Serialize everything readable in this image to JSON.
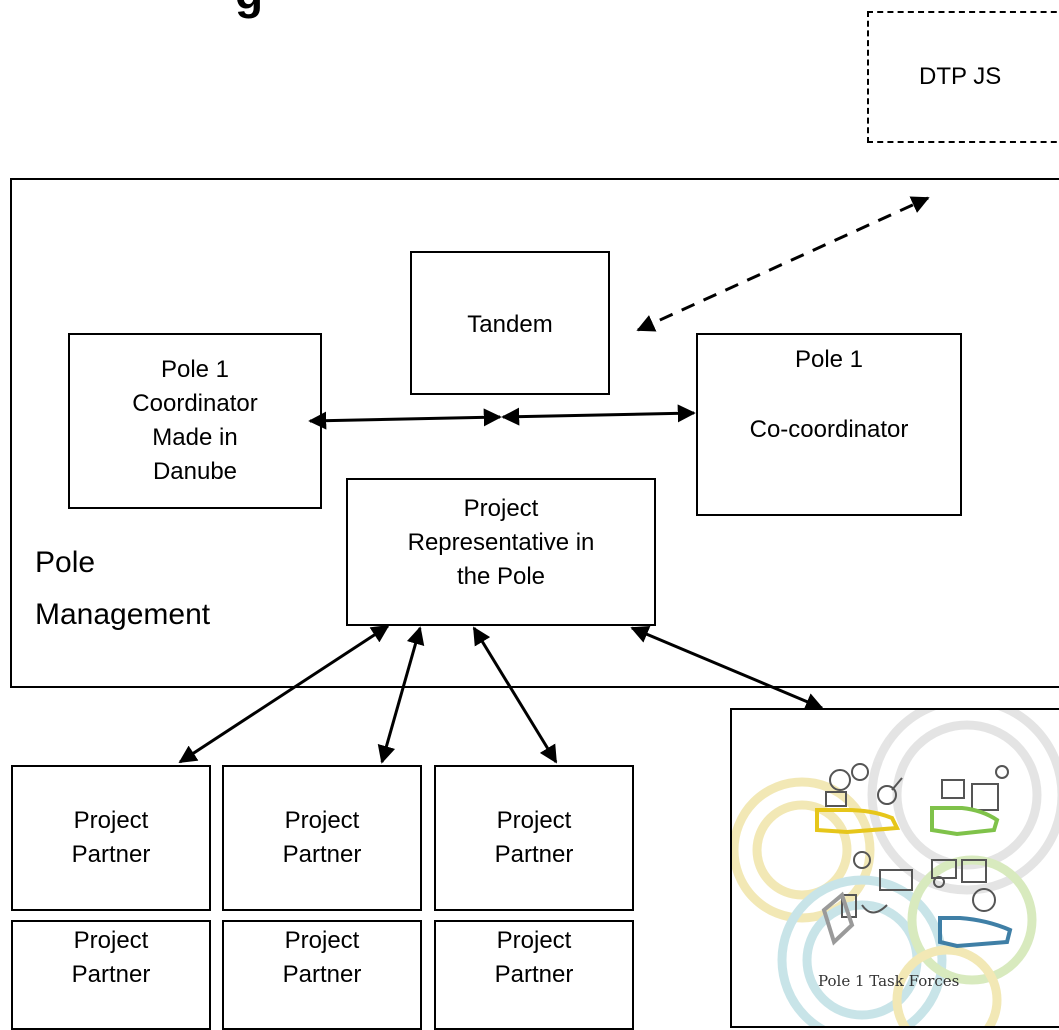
{
  "diagram": {
    "title_fragment": "g",
    "external": {
      "label": "DTP JS"
    },
    "management": {
      "label_line1": "Pole",
      "label_line2": "Management"
    },
    "tandem": {
      "label": "Tandem"
    },
    "coordinator": {
      "lines": [
        "Pole 1",
        "Coordinator",
        "Made in",
        "Danube"
      ]
    },
    "co_coordinator": {
      "line1": "Pole 1",
      "line2": "Co-coordinator"
    },
    "representative": {
      "lines": [
        "Project",
        "Representative in",
        "the Pole"
      ]
    },
    "partners": [
      {
        "line1": "Project",
        "line2": "Partner"
      },
      {
        "line1": "Project",
        "line2": "Partner"
      },
      {
        "line1": "Project",
        "line2": "Partner"
      },
      {
        "line1": "Project",
        "line2": "Partner"
      },
      {
        "line1": "Project",
        "line2": "Partner"
      },
      {
        "line1": "Project",
        "line2": "Partner"
      }
    ],
    "task_forces": {
      "caption": "Pole 1 Task Forces"
    }
  },
  "colors": {
    "line": "#000000",
    "swirl_yellow": "#e8d67a",
    "swirl_teal": "#9ccfd6",
    "swirl_green": "#b9d98a",
    "swirl_gray": "#cfcfcf",
    "hand_yellow": "#e6c61a",
    "hand_green": "#7fc24a",
    "hand_blue": "#3f7fa6",
    "hand_gray": "#9a9a9a"
  }
}
